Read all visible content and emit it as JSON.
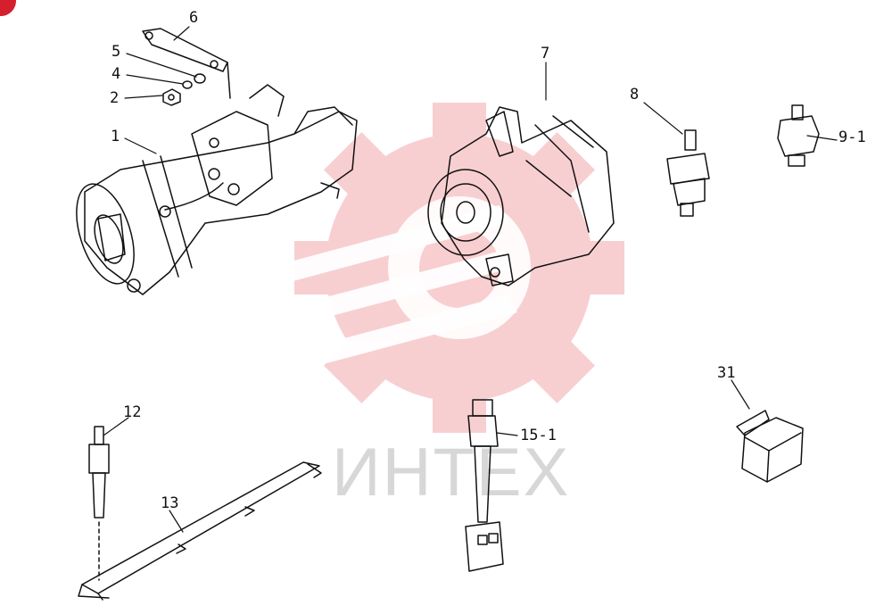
{
  "watermark": {
    "brand_text": "ИНТЕХ",
    "color": "#f4a9ad"
  },
  "accent_color": "#d61f2c",
  "parts": [
    {
      "id": "label-1",
      "text": "1"
    },
    {
      "id": "label-2",
      "text": "2"
    },
    {
      "id": "label-4",
      "text": "4"
    },
    {
      "id": "label-5",
      "text": "5"
    },
    {
      "id": "label-6",
      "text": "6"
    },
    {
      "id": "label-7",
      "text": "7"
    },
    {
      "id": "label-8",
      "text": "8"
    },
    {
      "id": "label-9-1",
      "text": "9-1"
    },
    {
      "id": "label-12",
      "text": "12"
    },
    {
      "id": "label-13",
      "text": "13"
    },
    {
      "id": "label-15-1",
      "text": "15-1"
    },
    {
      "id": "label-31",
      "text": "31"
    }
  ]
}
